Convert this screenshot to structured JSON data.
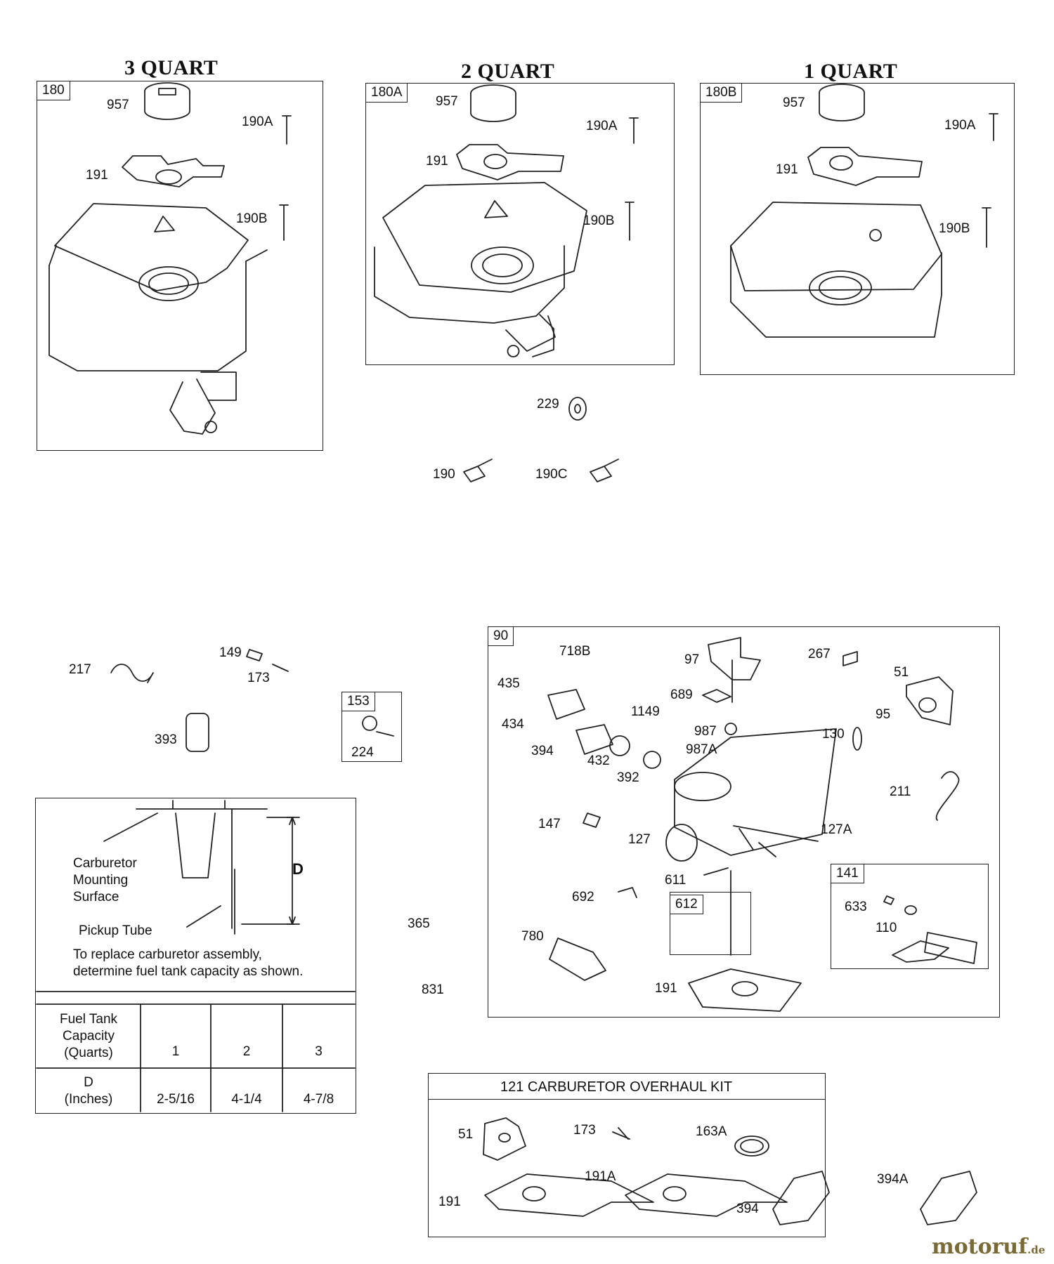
{
  "sections": {
    "q3": {
      "title": "3 QUART",
      "tag": "180"
    },
    "q2": {
      "title": "2 QUART",
      "tag": "180A"
    },
    "q1": {
      "title": "1 QUART",
      "tag": "180B"
    }
  },
  "parts": {
    "q3": [
      "957",
      "190A",
      "191",
      "190B"
    ],
    "q2": [
      "957",
      "190A",
      "191",
      "190B"
    ],
    "q1": [
      "957",
      "190A",
      "191",
      "190B"
    ],
    "loose_top": [
      "229",
      "190",
      "190C"
    ],
    "misc": [
      "217",
      "149",
      "173",
      "393"
    ],
    "box153": {
      "tag": "153",
      "part": "224"
    },
    "carb_box": {
      "tag": "90",
      "labels": [
        "718B",
        "97",
        "267",
        "51",
        "435",
        "689",
        "1149",
        "434",
        "987",
        "95",
        "130",
        "394",
        "432",
        "987A",
        "392",
        "211",
        "147",
        "127",
        "127A",
        "611",
        "692",
        "780",
        "191"
      ],
      "sub612": "612",
      "sub141": {
        "tag": "141",
        "labels": [
          "633",
          "110"
        ]
      }
    },
    "loose_mid": [
      "365",
      "831"
    ],
    "kit": {
      "title": "121 CARBURETOR OVERHAUL KIT",
      "labels": [
        "51",
        "173",
        "163A",
        "191",
        "191A",
        "394"
      ]
    },
    "extra": "394A"
  },
  "fuel_table": {
    "diagram_labels": {
      "mounting": "Carburetor\nMounting\nSurface",
      "pickup": "Pickup Tube",
      "dim": "D"
    },
    "instruction": "To replace carburetor assembly, determine fuel tank capacity as shown.",
    "row1_header": "Fuel Tank\nCapacity\n(Quarts)",
    "row2_header": "D\n(Inches)",
    "capacities": [
      "1",
      "2",
      "3"
    ],
    "d_values": [
      "2-5/16",
      "4-1/4",
      "4-7/8"
    ]
  },
  "watermark": {
    "main": "motoruf",
    "suffix": ".de"
  }
}
